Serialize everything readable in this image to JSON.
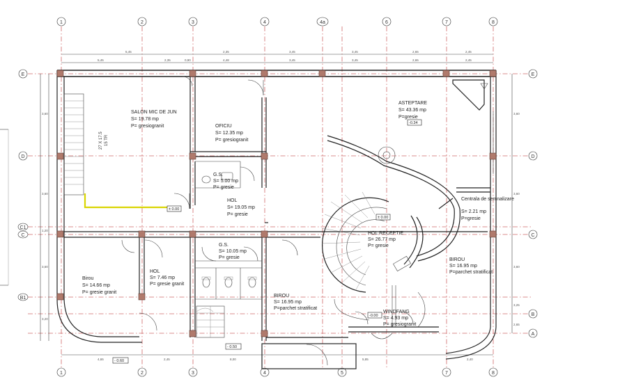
{
  "grid": {
    "vertical": [
      "1",
      "2",
      "3",
      "4",
      "4a",
      "5",
      "6",
      "7",
      "8"
    ],
    "horizontal": [
      "E",
      "D",
      "C1",
      "C",
      "B1",
      "B",
      "A"
    ]
  },
  "dimensions": {
    "top_row1": [
      "5,45",
      "2,35",
      "3,45",
      "3,45",
      "2,65",
      "2,45"
    ],
    "top_row2": [
      "5,45",
      "2,35",
      "0,90",
      "4,48",
      "3,45",
      "3,45",
      "2,65",
      "2,45"
    ],
    "bottom": [
      "4,65",
      "2,45",
      "8,00",
      "5,85",
      "2,40"
    ],
    "left": [
      "3,60",
      "3,60",
      "1,20",
      "3,60",
      "3,20"
    ],
    "right": [
      "3,60",
      "3,60",
      "3,60",
      "3,25",
      "2,65"
    ]
  },
  "rooms": [
    {
      "name": "SALON MIC DE JUN",
      "area": "S= 19.78 mp",
      "floor": "P= gresiogranit"
    },
    {
      "name": "OFICIU",
      "area": "S= 12.35 mp",
      "floor": "P= gresiogranit"
    },
    {
      "name": "G.S.",
      "area": "S= 5.00 mp",
      "floor": "P= gresie"
    },
    {
      "name": "HOL",
      "area": "S= 19.05 mp",
      "floor": "P= gresie"
    },
    {
      "name": "ASTEPTARE",
      "area": "S= 43.36 mp",
      "floor": "P=gresie"
    },
    {
      "name": "Centrala de semnalizare",
      "area": "S= 2.21 mp",
      "floor": "P=gresie"
    },
    {
      "name": "HOL RECEPTIE",
      "area": "S= 26.77 mp",
      "floor": "P= gresie"
    },
    {
      "name": "G.S.",
      "area": "S= 10.05 mp",
      "floor": "P= gresie"
    },
    {
      "name": "HOL",
      "area": "S= 7.46 mp",
      "floor": "P= gresie granit"
    },
    {
      "name": "Birou",
      "area": "S= 14.66 mp",
      "floor": "P= gresie granit"
    },
    {
      "name": "BIROU",
      "area": "S= 16.95 mp",
      "floor": "P=parchet stratificat"
    },
    {
      "name": "BIROU",
      "area": "S= 16.95 mp",
      "floor": "P=parchet stratificat"
    },
    {
      "name": "WINDFANG",
      "area": "S= 4.93 mp",
      "floor": "P= gresiogranit"
    }
  ],
  "levels": [
    "-0.34",
    "± 0.00",
    "± 0.00",
    "-0.00",
    "- 0.50",
    "- 0.60"
  ],
  "stairs_note": [
    "27 X 17.5",
    "15 TR"
  ]
}
